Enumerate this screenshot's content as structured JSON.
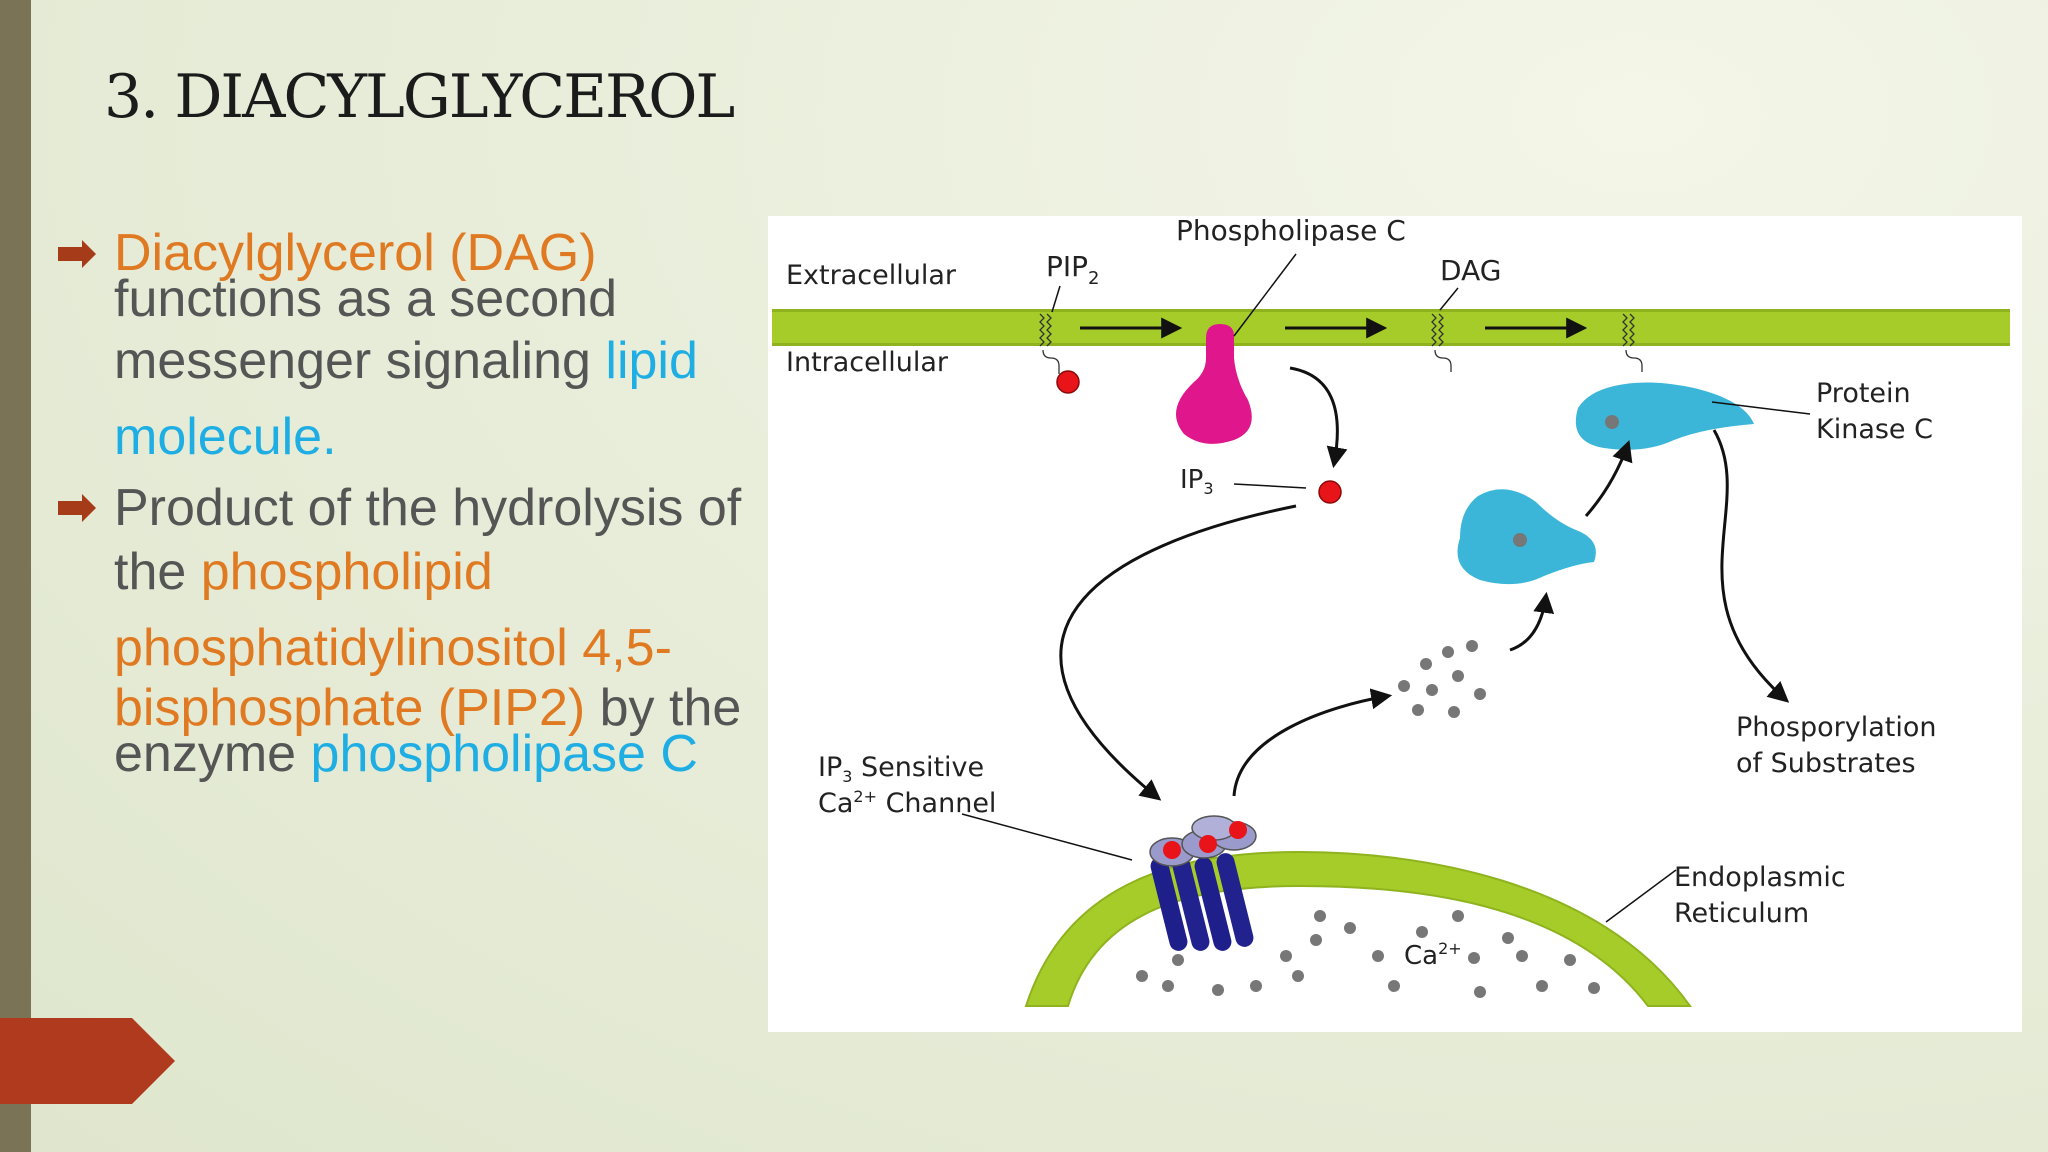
{
  "slide": {
    "title": "3. DIACYLGLYCEROL",
    "bullet1": {
      "orange": "Diacylglycerol (DAG)",
      "line2": "functions as a second",
      "line3_gray": "messenger signaling ",
      "line3_blue": "lipid",
      "line4_blue": "molecule."
    },
    "bullet2": {
      "line1": "Product of the hydrolysis of",
      "line2_gray": "the ",
      "line2_orange": "phospholipid",
      "line3_orange": "phosphatidylinositol 4,5-",
      "line4_orange": "bisphosphate (PIP2)",
      "line4_gray": " by the",
      "line5_gray": "enzyme ",
      "line5_blue": "phospholipase C"
    }
  },
  "diagram": {
    "extracellular": "Extracellular",
    "intracellular": "Intracellular",
    "phospholipase_c": "Phospholipase C",
    "pip": "PIP",
    "pip_sub": "2",
    "dag": "DAG",
    "ip": "IP",
    "ip_sub": "3",
    "protein": "Protein",
    "kinase_c": "Kinase C",
    "phosporylation": "Phosporylation",
    "of_substrates": "of Substrates",
    "sensitive_ip": "IP",
    "sensitive_sub": "3",
    "sensitive_rest": " Sensitive",
    "channel_ca": "Ca",
    "channel_sup": "2+",
    "channel_rest": " Channel",
    "endoplasmic": "Endoplasmic",
    "reticulum": "Reticulum",
    "er_ca": "Ca",
    "er_sup": "2+"
  },
  "colors": {
    "sidebar": "#7a7356",
    "arrow_tab": "#b03a1e",
    "bullet_marker": "#a63b1a",
    "orange_text": "#e07a22",
    "blue_text": "#1faee3",
    "membrane": "#a6cc2a",
    "phospholipase": "#e0178c",
    "protein_kinase": "#3bb6d8",
    "ip3": "#e8141a",
    "channel": "#1f1f8c"
  },
  "icons": [
    "bullet-arrow-icon",
    "next-arrow-icon"
  ]
}
